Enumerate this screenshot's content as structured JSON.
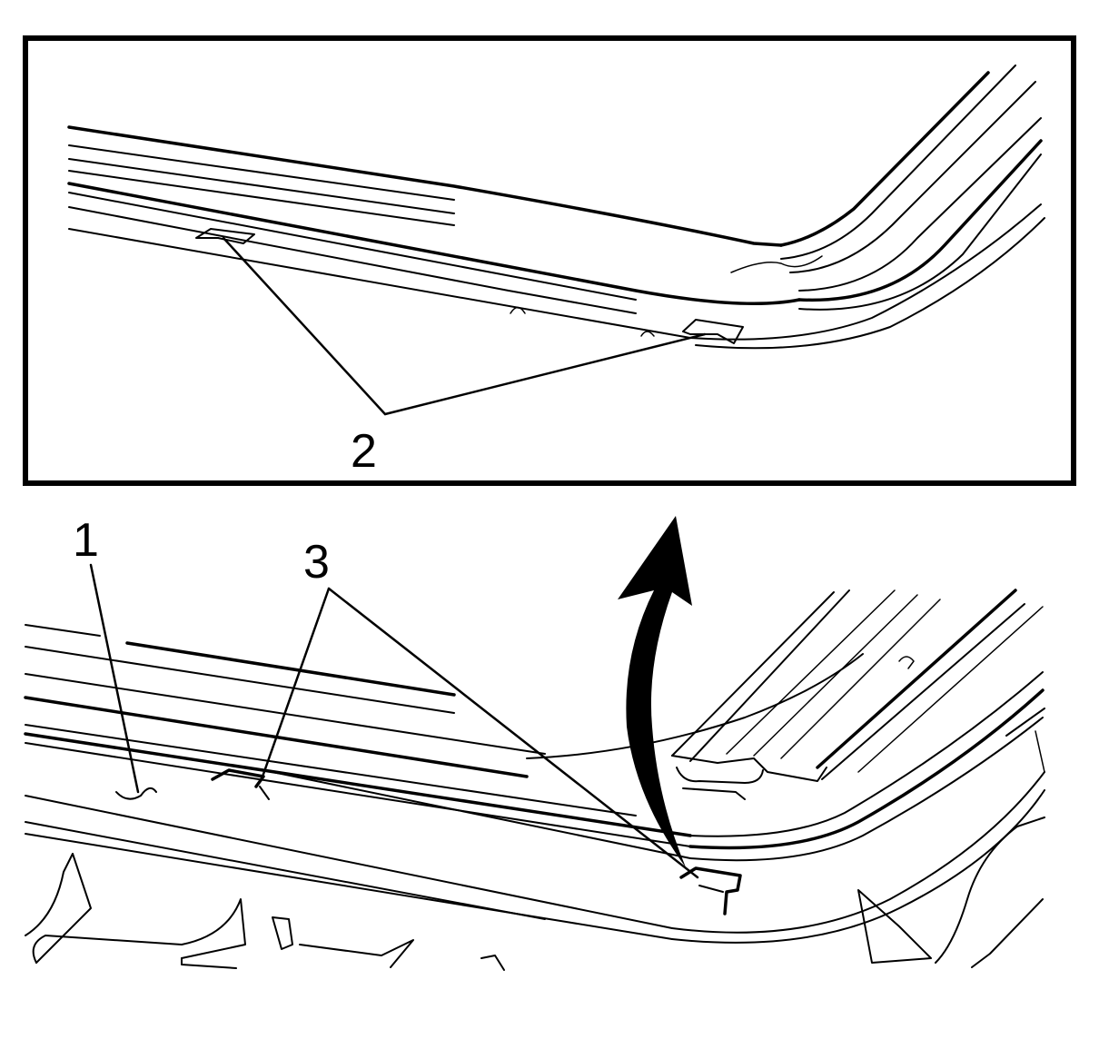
{
  "diagram": {
    "inset": {
      "callouts": [
        {
          "id": "2",
          "label": "2"
        }
      ]
    },
    "main": {
      "callouts": [
        {
          "id": "1",
          "label": "1"
        },
        {
          "id": "3",
          "label": "3"
        }
      ],
      "motion_arrow": "curved-up-arrow"
    },
    "colors": {
      "line": "#000000",
      "background": "#ffffff"
    }
  }
}
